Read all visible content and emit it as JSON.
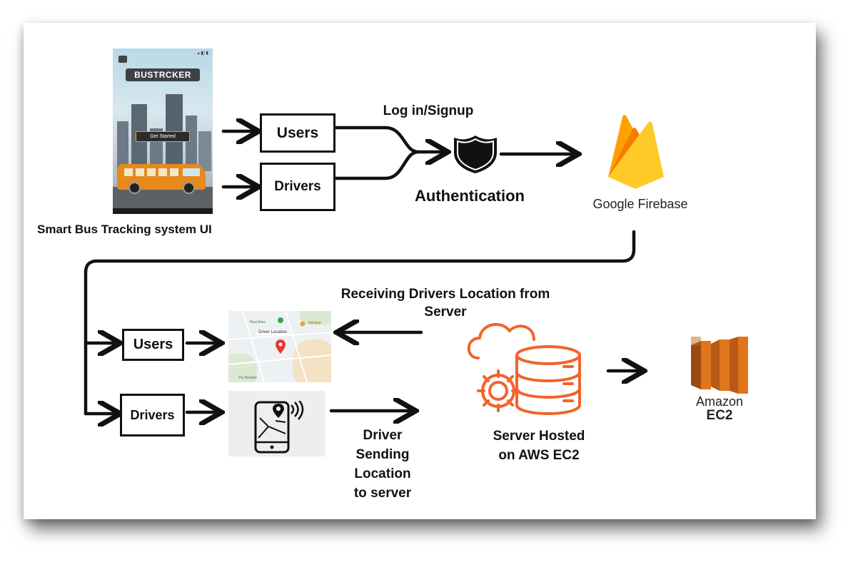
{
  "phone": {
    "logo": "BUSTRCKER",
    "button": "Get Started"
  },
  "caption_ui": "Smart Bus Tracking system UI",
  "top": {
    "users": "Users",
    "drivers": "Drivers",
    "login_label": "Log in/Signup",
    "auth_label": "Authentication"
  },
  "firebase": {
    "label": "Google Firebase"
  },
  "bottom": {
    "users": "Users",
    "drivers": "Drivers",
    "receiving_label_line1": "Receiving Drivers Location from",
    "receiving_label_line2": "Server",
    "driver_send_l1": "Driver",
    "driver_send_l2": "Sending",
    "driver_send_l3": "Location",
    "driver_send_l4": "to server",
    "server_l1": "Server Hosted",
    "server_l2": "on AWS EC2"
  },
  "map": {
    "location_label": "Driver Location",
    "place1": "Rusi Area",
    "place2": "Sahakar",
    "foot": "PG Rentals"
  },
  "aws": {
    "amazon": "Amazon",
    "ec2": "EC2"
  },
  "colors": {
    "firebase_orange": "#f6a623",
    "firebase_yellow": "#ffca28",
    "firebase_dark": "#f57c00",
    "server_orange": "#f2632b",
    "aws_orange": "#e0761b",
    "aws_dark": "#9c4a12"
  }
}
